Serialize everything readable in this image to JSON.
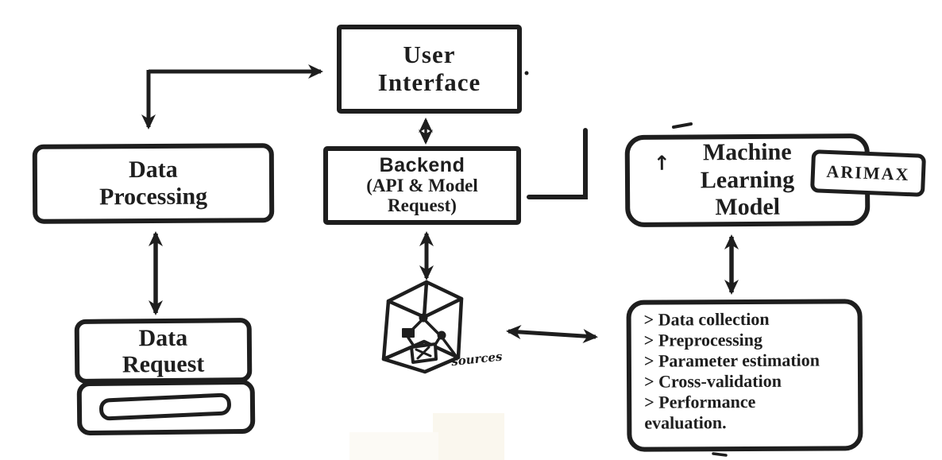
{
  "diagram": {
    "boxes": {
      "user_interface": {
        "label": "User Interface"
      },
      "data_processing": {
        "label": "Data Processing"
      },
      "backend": {
        "title": "Backend",
        "subtitle": "(API & Model Request)"
      },
      "ml_model": {
        "label": "Machine Learning Model",
        "up_arrow_glyph": "↑"
      },
      "arimax": {
        "label": "ARIMAX"
      },
      "data_request": {
        "label": "Data Request"
      },
      "process_list": {
        "items": [
          "> Data collection",
          "> Preprocessing",
          "> Parameter estimation",
          "> Cross-validation",
          "> Performance evaluation."
        ]
      }
    },
    "cube": {
      "label": "sources"
    },
    "colors": {
      "ink": "#1e1e1e",
      "paper": "#ffffff"
    }
  }
}
